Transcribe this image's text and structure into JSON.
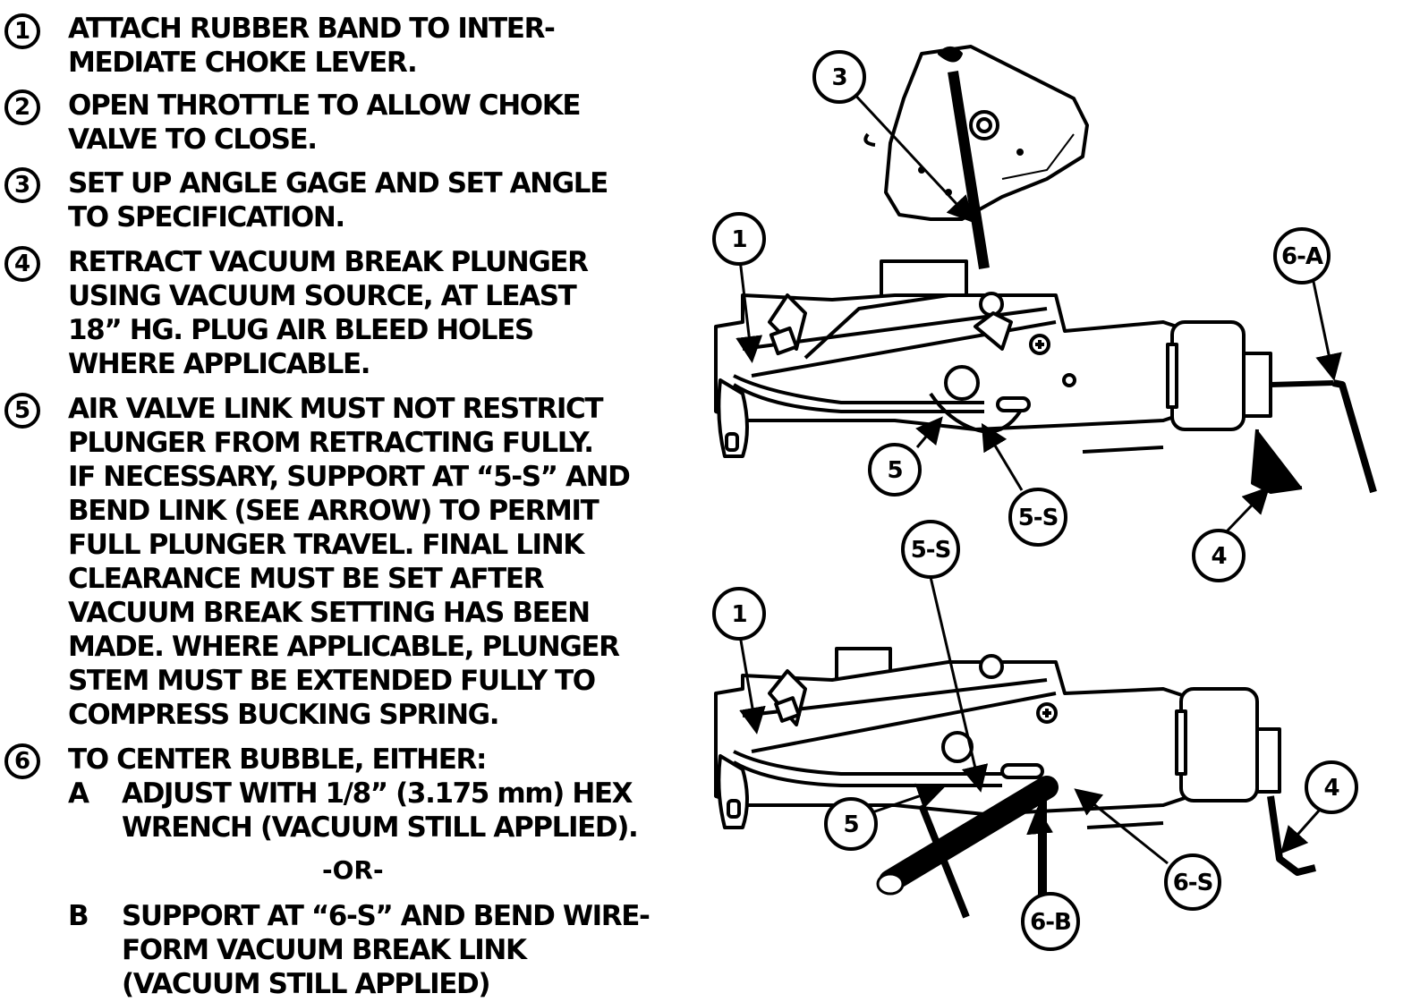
{
  "steps": [
    {
      "number": "1",
      "text": "ATTACH RUBBER BAND TO INTER-\nMEDIATE CHOKE LEVER."
    },
    {
      "number": "2",
      "text": "OPEN THROTTLE TO ALLOW CHOKE\nVALVE TO CLOSE."
    },
    {
      "number": "3",
      "text": "SET UP ANGLE GAGE AND SET ANGLE\nTO SPECIFICATION."
    },
    {
      "number": "4",
      "text": "RETRACT VACUUM BREAK PLUNGER\nUSING VACUUM SOURCE, AT LEAST\n18” HG. PLUG AIR BLEED HOLES\nWHERE APPLICABLE."
    },
    {
      "number": "5",
      "text": "AIR VALVE LINK MUST NOT RESTRICT\nPLUNGER FROM RETRACTING FULLY.\nIF NECESSARY, SUPPORT AT “5-S” AND\nBEND LINK (SEE ARROW) TO PERMIT\nFULL PLUNGER TRAVEL. FINAL LINK\nCLEARANCE MUST BE SET AFTER\nVACUUM BREAK SETTING HAS BEEN\nMADE. WHERE APPLICABLE, PLUNGER\nSTEM MUST BE EXTENDED FULLY TO\nCOMPRESS BUCKING SPRING."
    },
    {
      "number": "6",
      "text": "TO CENTER BUBBLE, EITHER:"
    }
  ],
  "step6_options": {
    "a_letter": "A",
    "a_text": "ADJUST WITH 1/8” (3.175 mm) HEX\nWRENCH (VACUUM STILL APPLIED).",
    "or_text": "-OR-",
    "b_letter": "B",
    "b_text": "SUPPORT AT “6-S” AND BEND WIRE-\nFORM VACUUM BREAK LINK\n(VACUUM STILL APPLIED)"
  },
  "callouts": {
    "top": {
      "c3": "3",
      "c1": "1",
      "c6a": "6-A",
      "c5": "5",
      "c5s": "5-S",
      "c4": "4"
    },
    "bottom": {
      "c5s": "5-S",
      "c1": "1",
      "c4": "4",
      "c5": "5",
      "c6s": "6-S",
      "c6b": "6-B"
    }
  }
}
